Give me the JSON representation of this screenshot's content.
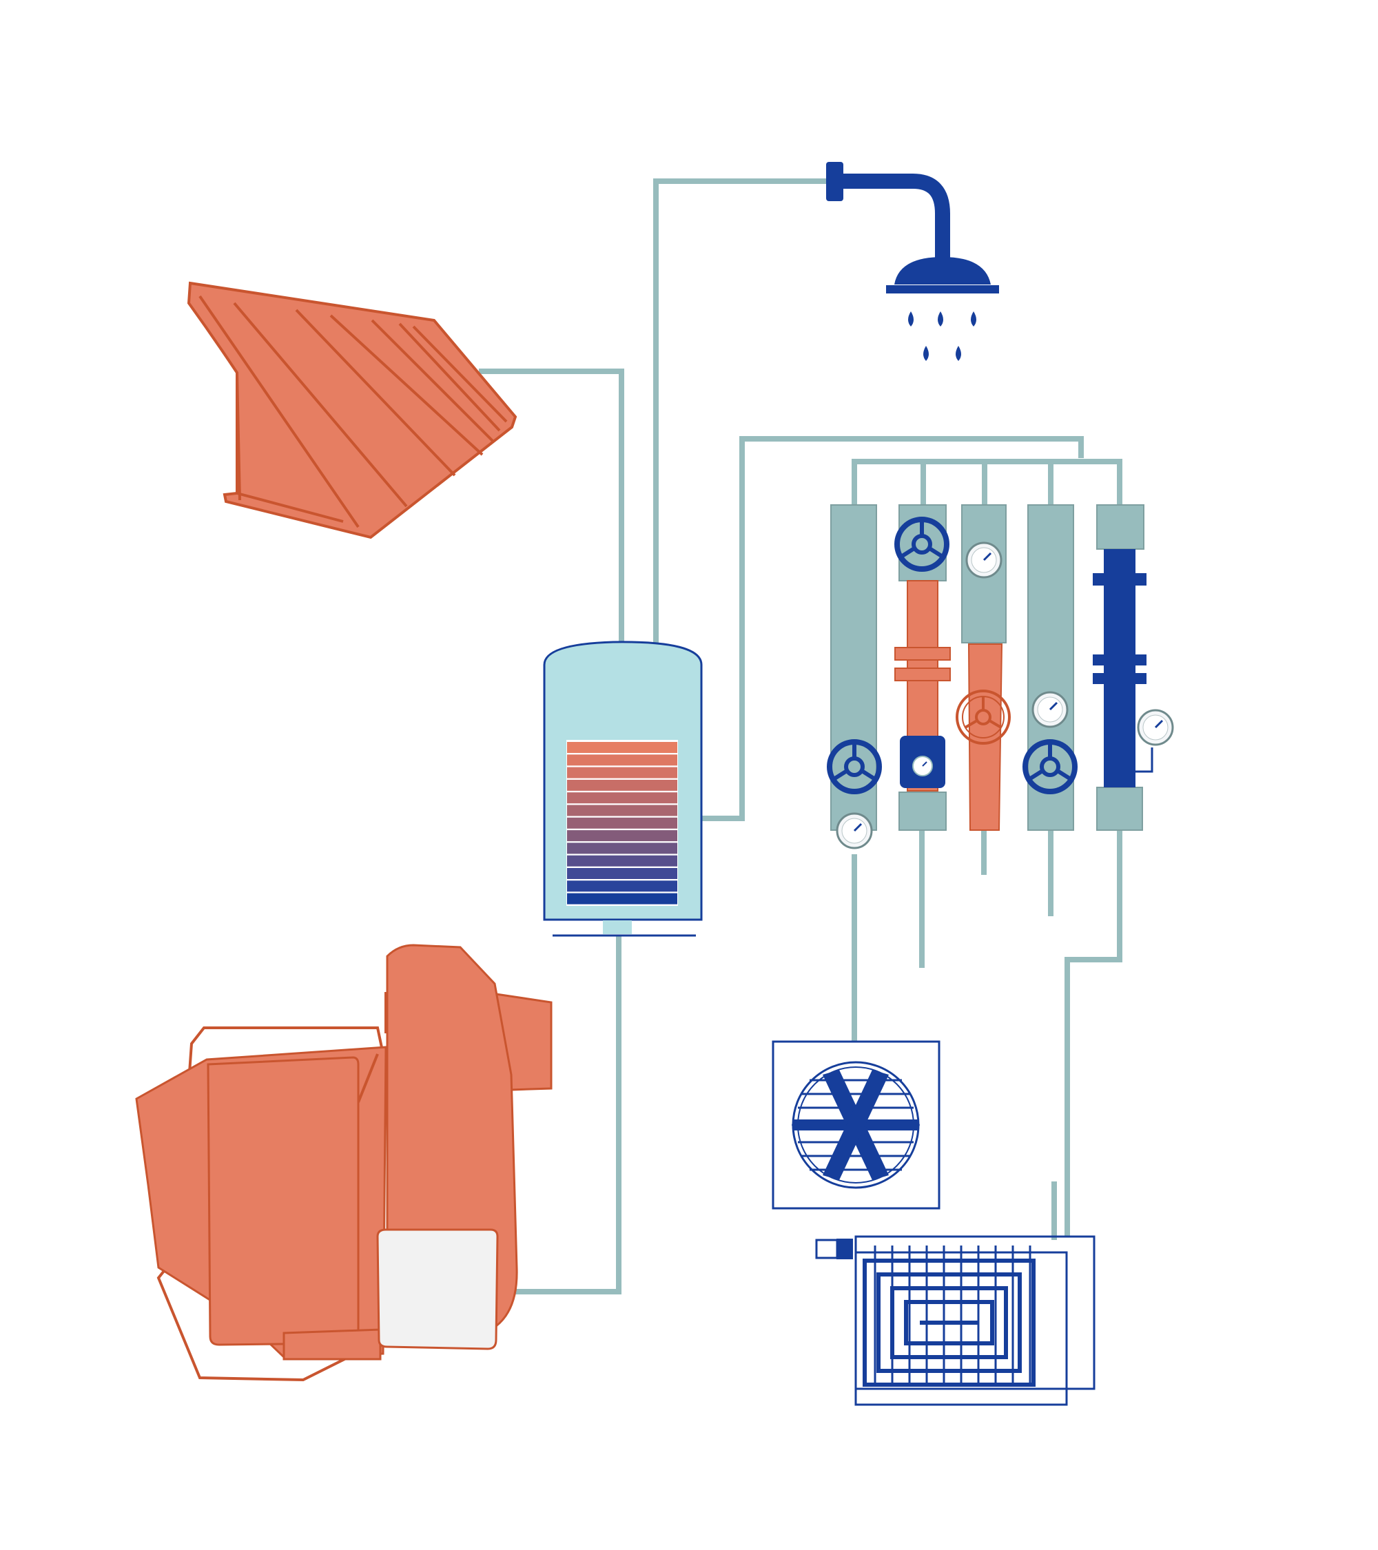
{
  "colors": {
    "pipe": "#97bcbd",
    "orange": "#e67e62",
    "orange_outline": "#c9552f",
    "navy": "#163e9b",
    "tank": "#b4e0e4",
    "white_panel": "#f2f2f2"
  },
  "components": [
    {
      "id": "solar-collector",
      "icon": "solar-panel-icon"
    },
    {
      "id": "shower",
      "icon": "shower-head-icon"
    },
    {
      "id": "storage-tank",
      "icon": "water-tank-icon"
    },
    {
      "id": "manifold",
      "icon": "pipe-manifold-icon"
    },
    {
      "id": "boiler",
      "icon": "boiler-icon"
    },
    {
      "id": "fan-coil",
      "icon": "fan-icon"
    },
    {
      "id": "underfloor-heating",
      "icon": "floor-heating-coil-icon"
    }
  ],
  "tank_layers": [
    "#e67e62",
    "#de7862",
    "#d47365",
    "#c86e67",
    "#ba6a6b",
    "#a9666f",
    "#976074",
    "#835b7a",
    "#6d5683",
    "#574f8c",
    "#404996",
    "#2a449b",
    "#163e9b"
  ]
}
